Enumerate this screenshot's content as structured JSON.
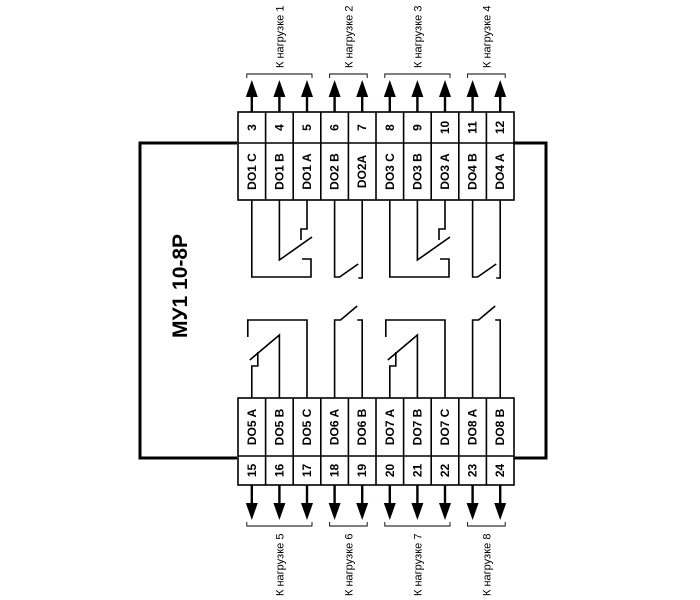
{
  "title": "МУ1 10-8Р",
  "colors": {
    "line": "#000000",
    "background": "#ffffff"
  },
  "top_terminals": [
    {
      "number": "3",
      "label": "DO1 C"
    },
    {
      "number": "4",
      "label": "DO1 B"
    },
    {
      "number": "5",
      "label": "DO1 A"
    },
    {
      "number": "6",
      "label": "DO2 B"
    },
    {
      "number": "7",
      "label": "DO2A"
    },
    {
      "number": "8",
      "label": "DO3 C"
    },
    {
      "number": "9",
      "label": "DO3 B"
    },
    {
      "number": "10",
      "label": "DO3 A"
    },
    {
      "number": "11",
      "label": "DO4 B"
    },
    {
      "number": "12",
      "label": "DO4 A"
    }
  ],
  "bottom_terminals": [
    {
      "number": "15",
      "label": "DO5 A"
    },
    {
      "number": "16",
      "label": "DO5 B"
    },
    {
      "number": "17",
      "label": "DO5 C"
    },
    {
      "number": "18",
      "label": "DO6 A"
    },
    {
      "number": "19",
      "label": "DO6 B"
    },
    {
      "number": "20",
      "label": "DO7 A"
    },
    {
      "number": "21",
      "label": "DO7 B"
    },
    {
      "number": "22",
      "label": "DO7 C"
    },
    {
      "number": "23",
      "label": "DO8 A"
    },
    {
      "number": "24",
      "label": "DO8 B"
    }
  ],
  "top_loads": [
    {
      "label": "К нагрузке 1",
      "relay": "changeover",
      "start": 0,
      "count": 3
    },
    {
      "label": "К нагрузке 2",
      "relay": "normally-open",
      "start": 3,
      "count": 2
    },
    {
      "label": "К нагрузке 3",
      "relay": "changeover",
      "start": 5,
      "count": 3
    },
    {
      "label": "К нагрузке 4",
      "relay": "normally-open",
      "start": 8,
      "count": 2
    }
  ],
  "bottom_loads": [
    {
      "label": "К нагрузке 5",
      "relay": "changeover",
      "start": 0,
      "count": 3
    },
    {
      "label": "К нагрузке 6",
      "relay": "normally-open",
      "start": 3,
      "count": 2
    },
    {
      "label": "К нагрузке 7",
      "relay": "changeover",
      "start": 5,
      "count": 3
    },
    {
      "label": "К нагрузке 8",
      "relay": "normally-open",
      "start": 8,
      "count": 2
    }
  ]
}
